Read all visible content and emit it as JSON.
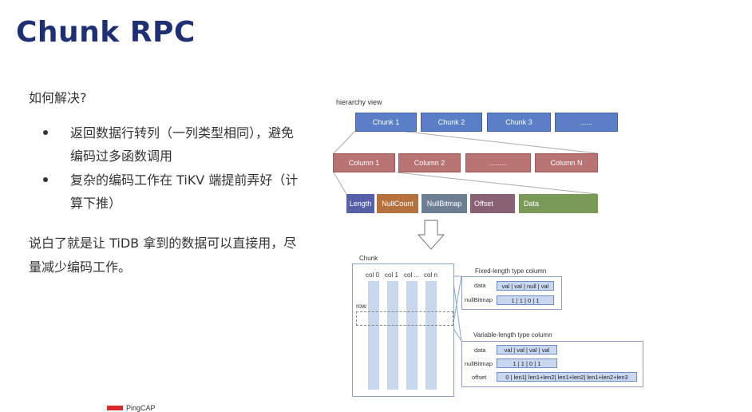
{
  "slide": {
    "title": "Chunk RPC",
    "question": "如何解决?",
    "bullets": [
      "返回数据行转列（一列类型相同），避免编码过多函数调用",
      "复杂的编码工作在 TiKV 端提前弄好（计算下推）"
    ],
    "summary": "说白了就是让 TiDB 拿到的数据可以直接用，尽量减少编码工作。",
    "logo_text": "PingCAP"
  },
  "diagram": {
    "hierarchy_label": "hierarchy view",
    "chunks": [
      "Chunk 1",
      "Chunk 2",
      "Chunk 3",
      "......"
    ],
    "columns": [
      "Column 1",
      "Column 2",
      ".........",
      "Column N"
    ],
    "fields": [
      {
        "label": "Length",
        "color": "#5560a6"
      },
      {
        "label": "NullCount",
        "color": "#b5723e"
      },
      {
        "label": "NullBitmap",
        "color": "#6e7f93"
      },
      {
        "label": "Offset",
        "color": "#8a6075"
      },
      {
        "label": "Data",
        "color": "#7a9b57"
      }
    ],
    "chunk_label": "Chunk",
    "col_labels": [
      "col 0",
      "col 1",
      "col ...",
      "col n"
    ],
    "row_label": "row",
    "fixed": {
      "title": "Fixed-length type column",
      "data_label": "data",
      "data_cells": "val | val | null | val",
      "bitmap_label": "nullBitmap",
      "bitmap_cells": "1  |  1  |  0  |  1"
    },
    "variable": {
      "title": "Variable-length type column",
      "data_label": "data",
      "data_cells": "val | val | val | val",
      "bitmap_label": "nullBitmap",
      "bitmap_cells": "1  |  1  |  0  |  1",
      "offset_label": "offset",
      "offset_cells": "0 | len1| len1+len2| len1+len2| len1+len2+len3"
    }
  }
}
